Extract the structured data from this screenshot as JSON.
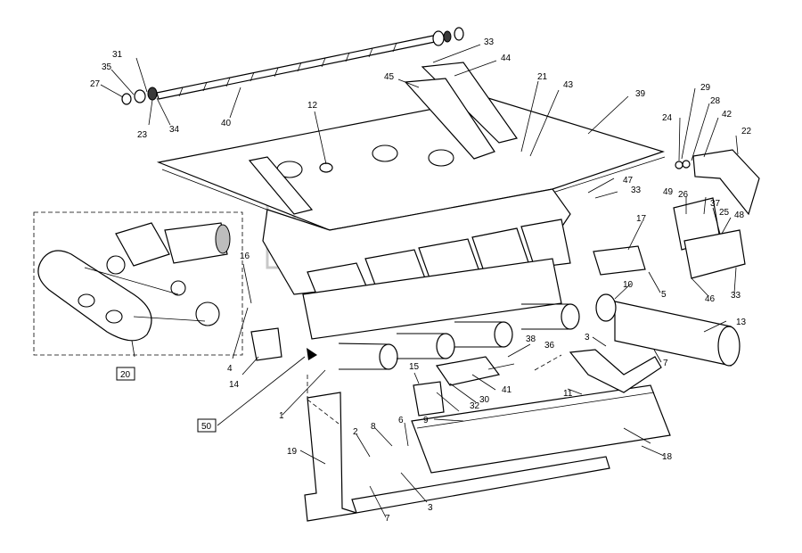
{
  "diagram": {
    "callouts": {
      "c1": "1",
      "c2": "2",
      "c3a": "3",
      "c3b": "3",
      "c4": "4",
      "c5": "5",
      "c6": "6",
      "c7a": "7",
      "c7b": "7",
      "c8": "8",
      "c9": "9",
      "c10": "10",
      "c11": "11",
      "c12": "12",
      "c13": "13",
      "c14": "14",
      "c15": "15",
      "c16": "16",
      "c17": "17",
      "c18": "18",
      "c19": "19",
      "c21": "21",
      "c22": "22",
      "c23": "23",
      "c24": "24",
      "c25": "25",
      "c26": "26",
      "c27": "27",
      "c28": "28",
      "c29": "29",
      "c30": "30",
      "c31": "31",
      "c32": "32",
      "c33a": "33",
      "c33b": "33",
      "c33c": "33",
      "c34": "34",
      "c35": "35",
      "c36": "36",
      "c37": "37",
      "c38": "38",
      "c39": "39",
      "c40": "40",
      "c41": "41",
      "c42": "42",
      "c43": "43",
      "c44": "44",
      "c45": "45",
      "c46": "46",
      "c47": "47",
      "c48": "48",
      "c49": "49"
    },
    "boxed_callouts": {
      "b20": "20",
      "b50": "50"
    }
  }
}
